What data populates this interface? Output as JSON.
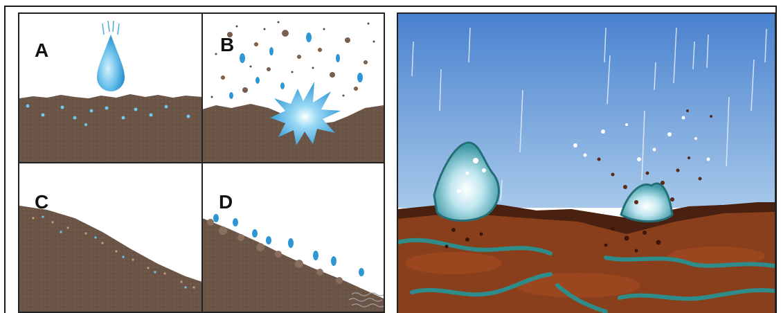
{
  "figure": {
    "panels": [
      {
        "id": "A",
        "label": "A"
      },
      {
        "id": "B",
        "label": "B"
      },
      {
        "id": "C",
        "label": "C"
      },
      {
        "id": "D",
        "label": "D"
      }
    ],
    "colors": {
      "soil": "#6b5547",
      "water": "#3aa3dd",
      "water_light": "#8fd0f0",
      "sky_top": "#4a82cf",
      "sky_bottom": "#9ec2e6",
      "earth": "#8a3f1c",
      "earth_dark": "#4a2010",
      "teal": "#2e8c8a"
    },
    "icons": [
      "raindrop-icon",
      "splash-icon",
      "rain-streaks-icon",
      "waves-icon"
    ]
  }
}
